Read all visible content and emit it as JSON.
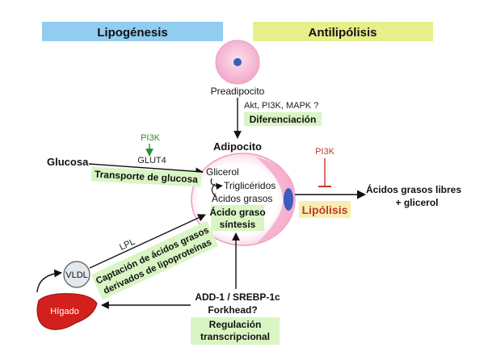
{
  "banners": {
    "lipogenesis": "Lipogénesis",
    "antilipolysis": "Antilipólisis"
  },
  "preadipocyte": {
    "label": "Preadipocito",
    "signals": "Akt, PI3K, MAPK ?",
    "differentiation": "Diferenciación"
  },
  "adipocyte": {
    "label": "Adipocito",
    "glycerol": "Glicerol",
    "triglycerides": "Triglicéridos",
    "fatty_acids": "Ácidos grasos",
    "fatty_acid_synthesis_line1": "Ácido graso",
    "fatty_acid_synthesis_line2": "síntesis"
  },
  "glucose": {
    "label": "Glucosa",
    "pi3k": "PI3K",
    "glut4": "GLUT4",
    "transport": "Transporte de glucosa"
  },
  "lipolysis": {
    "pi3k": "PI3K",
    "label": "Lipólisis",
    "products_line1": "Ácidos grasos libres",
    "products_line2": "+ glicerol"
  },
  "uptake": {
    "lpl": "LPL",
    "line1": "Captación de ácidos grasos",
    "line2": "derivados de lipoproteínas",
    "vldl": "VLDL",
    "liver": "Hígado"
  },
  "transcription": {
    "factors": "ADD-1 / SREBP-1c",
    "forkhead": "Forkhead?",
    "regulation_line1": "Regulación",
    "regulation_line2": "transcripcional"
  },
  "colors": {
    "lipogenesis_banner": "#7ec3ee",
    "antilipolysis_banner": "#e7ef8a",
    "label_box_green": "#d9f5c4",
    "lipolysis_box": "#f6efb0",
    "inhibitor_red": "#c0392b",
    "pi3k_green": "#2e8b2e",
    "liver_red": "#d2201c",
    "preadipocyte_pink": "#f6b9d4",
    "nucleus_blue": "#3a5bbf"
  }
}
